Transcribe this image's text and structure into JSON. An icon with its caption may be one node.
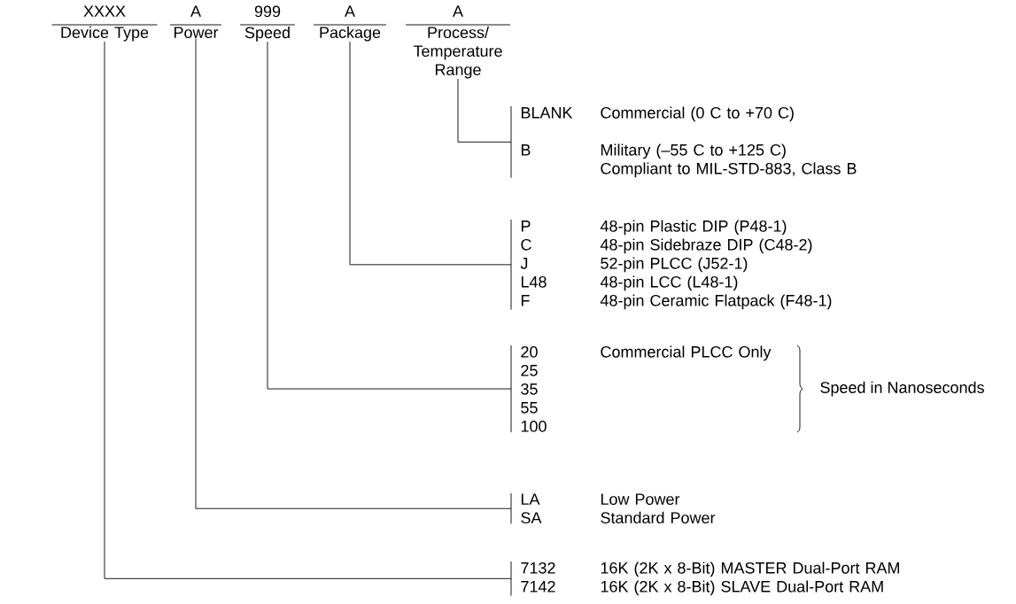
{
  "diagram": {
    "nodes": [
      {
        "text": [
          "XXXX",
          "Device Type"
        ]
      },
      {
        "text": [
          "A",
          "Power"
        ]
      },
      {
        "text": [
          "999",
          "Speed"
        ]
      },
      {
        "text": [
          "A",
          "Package"
        ]
      },
      {
        "text": [
          "A",
          "Process/Temperature Range"
        ]
      },
      {
        "text": [
          "BLANK",
          "Commercial (0 C to +70 C)",
          "B",
          "Military (–55 C to +125 C) Compliant to MIL-STD-883, Class B"
        ]
      },
      {
        "text": [
          "P",
          "48-pin Plastic DIP (P48-1)",
          "C",
          "48-pin Sidebraze DIP (C48-2)",
          "J",
          "52-pin PLCC (J52-1)",
          "L48",
          "48-pin LCC (L48-1)",
          "F",
          "48-pin Ceramic Flatpack (F48-1)"
        ]
      },
      {
        "text": [
          "20",
          "Commercial PLCC Only",
          "25",
          "35",
          "55",
          "100"
        ],
        "beside": [
          "Speed in Nanoseconds"
        ]
      },
      {
        "text": [
          "LA",
          "Low Power",
          "SA",
          "Standard Power"
        ]
      },
      {
        "text": [
          "7132",
          "16K (2K x 8-Bit) MASTER Dual-Port RAM",
          "7142",
          "16K (2K x 8-Bit) SLAVE Dual-Port RAM"
        ]
      }
    ],
    "edges": [
      {
        "from": 4,
        "to": 5,
        "arrow": "none"
      },
      {
        "from": 3,
        "to": 6,
        "arrow": "none"
      },
      {
        "from": 2,
        "to": 7,
        "arrow": "none"
      },
      {
        "from": 1,
        "to": 8,
        "arrow": "none"
      },
      {
        "from": 0,
        "to": 9,
        "arrow": "none"
      }
    ]
  }
}
